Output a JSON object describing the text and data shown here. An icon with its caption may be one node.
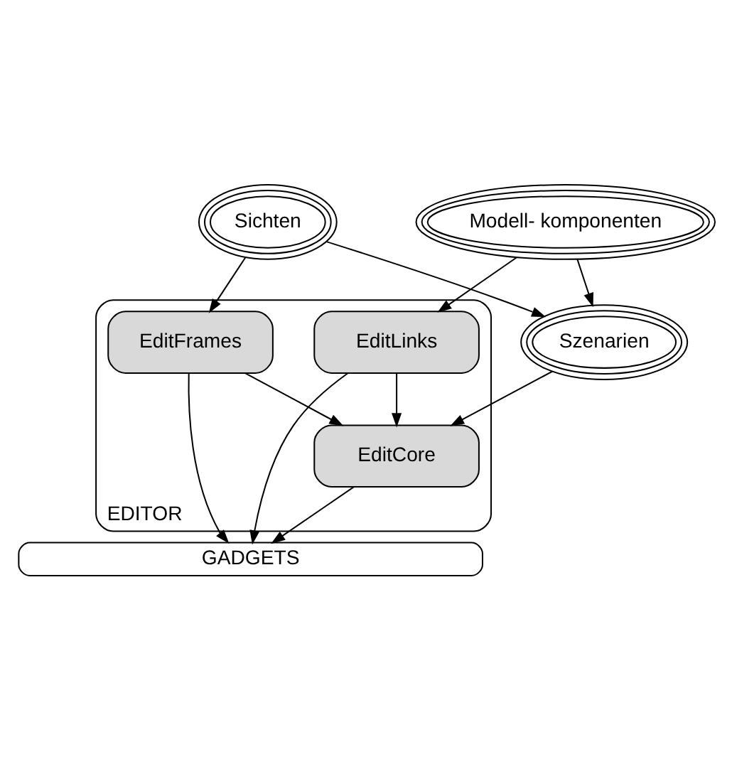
{
  "diagram": {
    "nodes": [
      {
        "text": [
          "Sichten"
        ]
      },
      {
        "text": [
          "Szenarien"
        ]
      },
      {
        "text": [
          "Modell- komponenten"
        ]
      },
      {
        "text": [
          "EDITOR"
        ]
      },
      {
        "text": [
          "EditFrames"
        ],
        "in": 3
      },
      {
        "text": [
          "EditLinks"
        ],
        "in": 3
      },
      {
        "text": [
          "EditCore"
        ],
        "in": 3
      },
      {
        "text": [
          "GADGETS"
        ]
      }
    ],
    "edges": [
      {
        "from": 0,
        "to": 1,
        "arrow": "to"
      },
      {
        "from": 2,
        "to": 1,
        "arrow": "to"
      },
      {
        "from": 0,
        "to": 4,
        "arrow": "to"
      },
      {
        "from": 1,
        "to": 6,
        "arrow": "to"
      },
      {
        "from": 2,
        "to": 5,
        "arrow": "to"
      },
      {
        "from": 4,
        "to": 6,
        "arrow": "to"
      },
      {
        "from": 5,
        "to": 6,
        "arrow": "to"
      },
      {
        "from": 4,
        "to": 7,
        "arrow": "to"
      },
      {
        "from": 6,
        "to": 7,
        "arrow": "to"
      },
      {
        "from": 5,
        "to": 7,
        "arrow": "to"
      }
    ]
  }
}
